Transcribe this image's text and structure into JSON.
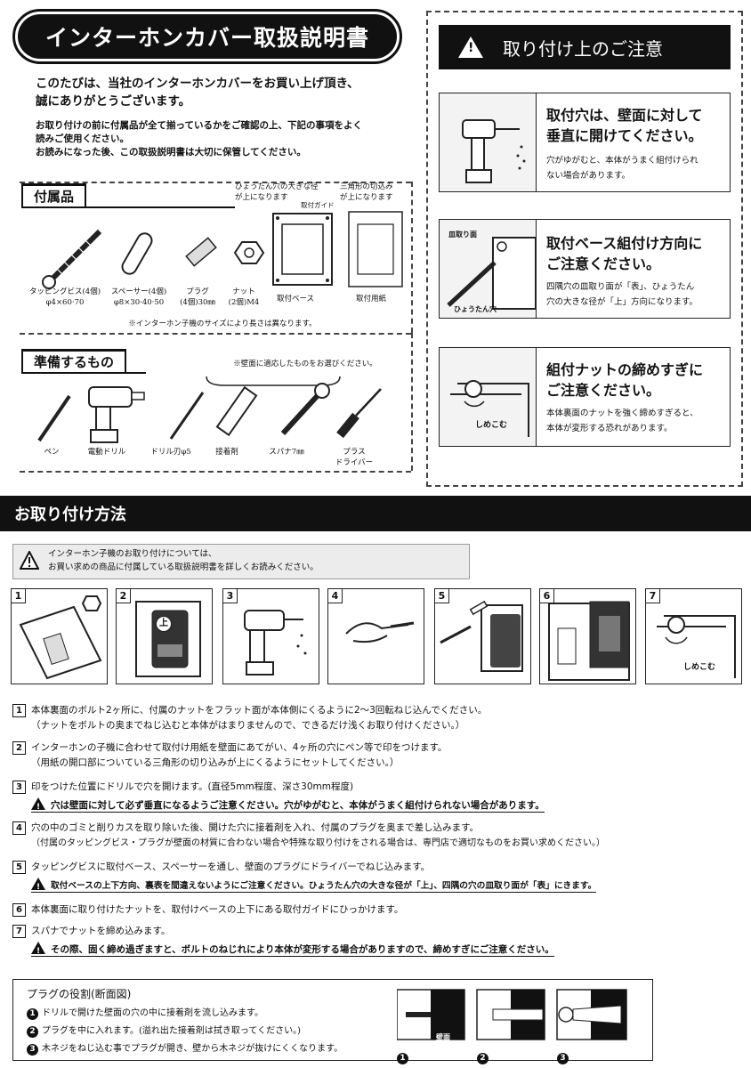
{
  "title": "インターホンカバー取扱説明書",
  "intro": {
    "line1": "このたびは、当社のインターホンカバーをお買い上げ頂き、",
    "line2": "誠にありがとうございます。",
    "p1": "お取り付けの前に付属品が全て揃っているかをご確認の上、下記の事項をよく",
    "p2": "読みご使用ください。",
    "p3": "お読みになった後、この取扱説明書は大切に保管してください。"
  },
  "parts": {
    "heading": "付属品",
    "note_hyoutan": [
      "ひょうたん穴の大きな径",
      "が上になります"
    ],
    "note_guide": "取付ガイド",
    "note_triangle": [
      "三角形の切込み",
      "が上になります"
    ],
    "items": [
      {
        "name": "タッピングビス(4個)",
        "spec": "φ4×60·70",
        "icon": "screw-icon"
      },
      {
        "name": "スペーサー(4個)",
        "spec": "φ8×30·40·50",
        "icon": "spacer-icon"
      },
      {
        "name": "プラグ",
        "spec": "(4個)30㎜",
        "icon": "plug-icon"
      },
      {
        "name": "ナット",
        "spec": "(2個)M4",
        "icon": "nut-icon"
      },
      {
        "name": "取付ベース",
        "spec": "",
        "icon": "base-icon"
      },
      {
        "name": "取付用紙",
        "spec": "",
        "icon": "paper-icon"
      }
    ],
    "footnote": "※インターホン子機のサイズにより長さは異なります。"
  },
  "prep": {
    "heading": "準備するもの",
    "note": "※壁面に適応したものをお選びください。",
    "items": [
      {
        "name": "ペン",
        "icon": "pen-icon"
      },
      {
        "name": "電動ドリル",
        "icon": "drill-icon"
      },
      {
        "name": "ドリル刃φ5",
        "icon": "drill-bit-icon"
      },
      {
        "name": "接着剤",
        "icon": "adhesive-icon"
      },
      {
        "name": "スパナ7㎜",
        "icon": "spanner-icon"
      },
      {
        "name": "プラス",
        "name2": "ドライバー",
        "icon": "screwdriver-icon"
      }
    ]
  },
  "cautions": {
    "heading": "取り付け上のご注意",
    "items": [
      {
        "title1": "取付穴は、壁面に対して",
        "title2": "垂直に開けてください。",
        "desc1": "穴がゆがむと、本体がうまく組付けられ",
        "desc2": "ない場合があります。",
        "tag": ""
      },
      {
        "title1": "取付ベース組付け方向に",
        "title2": "ご注意ください。",
        "desc1": "四隅穴の皿取り面が「表」、ひょうたん",
        "desc2": "穴の大きな径が「上」方向になります。",
        "tag": "皿取り面",
        "tag2": "ひょうたん穴"
      },
      {
        "title1": "組付ナットの締めすぎに",
        "title2": "ご注意ください。",
        "desc1": "本体裏面のナットを強く締めすぎると、",
        "desc2": "本体が変形する恐れがあります。",
        "tag": "しめこむ"
      }
    ]
  },
  "method": {
    "heading": "お取り付け方法",
    "notice1": "インターホン子機のお取り付けについては、",
    "notice2": "お買い求めの商品に付属している取扱説明書を詳しくお読みください。",
    "panel_labels": {
      "p2": "上",
      "p7": "しめこむ"
    },
    "steps": [
      "1",
      "2",
      "3",
      "4",
      "5",
      "6",
      "7"
    ],
    "instructions": [
      {
        "n": "1",
        "l1": "本体裏面のボルト2ヶ所に、付属のナットをフラット面が本体側にくるように2～3回転ねじ込んでください。",
        "l2": "（ナットをボルトの奥までねじ込むと本体がはまりませんので、できるだけ浅くお取り付けください。）"
      },
      {
        "n": "2",
        "l1": "インターホンの子機に合わせて取付け用紙を壁面にあてがい、4ヶ所の穴にペン等で印をつけます。",
        "l2": "（用紙の開口部についている三角形の切り込みが上にくるようにセットしてください。）"
      },
      {
        "n": "3",
        "l1": "印をつけた位置にドリルで穴を開けます。(直径5mm程度、深さ30mm程度)",
        "warn": "穴は壁面に対して必ず垂直になるようご注意ください。穴がゆがむと、本体がうまく組付けられない場合があります。"
      },
      {
        "n": "4",
        "l1": "穴の中のゴミと削りカスを取り除いた後、開けた穴に接着剤を入れ、付属のプラグを奥まで差し込みます。",
        "l2": "（付属のタッピングビス・プラグが壁面の材質に合わない場合や特殊な取り付けをされる場合は、専門店で適切なものをお買い求めください。）"
      },
      {
        "n": "5",
        "l1": "タッピングビスに取付ベース、スペーサーを通し、壁面のプラグにドライバーでねじ込みます。",
        "warn": "取付ベースの上下方向、裏表を間違えないようにご注意ください。ひょうたん穴の大きな径が「上」、四隅の穴の皿取り面が「表」にきます。"
      },
      {
        "n": "6",
        "l1": "本体裏面に取り付けたナットを、取付けベースの上下にある取付ガイドにひっかけます。"
      },
      {
        "n": "7",
        "l1": "スパナでナットを締め込みます。",
        "warn": "その際、固く締め過ぎますと、ボルトのねじれにより本体が変形する場合がありますので、締めすぎにご注意ください。"
      }
    ]
  },
  "plug_role": {
    "title": "プラグの役割(断面図)",
    "lines": [
      {
        "n": "1",
        "text": "ドリルで開けた壁面の穴の中に接着剤を流し込みます。"
      },
      {
        "n": "2",
        "text": "プラグを中に入れます。(溢れ出た接着剤は拭き取ってください。)"
      },
      {
        "n": "3",
        "text": "木ネジをねじ込む事でプラグが開き、壁から木ネジが抜けにくくなります。"
      }
    ],
    "diagram_label": "壁面",
    "diagram_nums": [
      "1",
      "2",
      "3"
    ]
  }
}
